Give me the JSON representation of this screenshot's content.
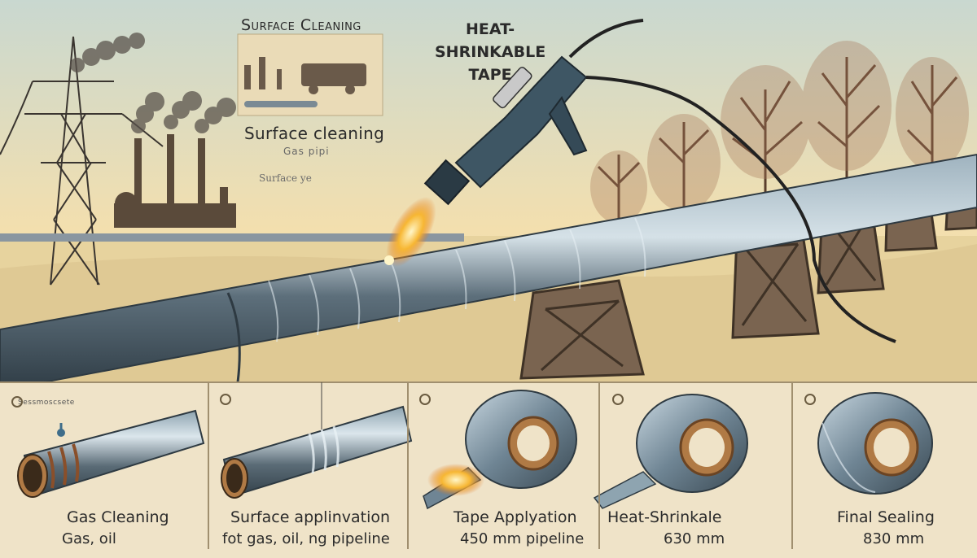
{
  "scene": {
    "label_surface_cleaning_top": "Surface Cleaning",
    "label_surface_cleaning_mid": "Surface cleaning",
    "label_gas_pipe": "Gas pipi",
    "label_surface_small": "Surface ye",
    "label_heat_1": "HEAT-",
    "label_heat_2": "SHRINKABLE",
    "label_heat_3": "TAPE",
    "label_small_top_left": "Sessmoscsete",
    "gun_brand_mark": "",
    "colors": {
      "sky_top": "#c9d8d0",
      "sky_bottom": "#f3dfae",
      "pipe_dark": "#3b4a55",
      "pipe_light": "#9fb3bf",
      "tape_core": "#b07a45",
      "flame": "#f7b733",
      "panel_bg": "#efe3c8",
      "support": "#6f5a45"
    }
  },
  "panels": [
    {
      "title": "Gas Cleaning",
      "subtitle": "Gas, oil",
      "icon": "cleaning-icon"
    },
    {
      "title": "Surface applinvation",
      "subtitle": "fot gas, oil, ng pipeline",
      "icon": "tape-wrap-icon"
    },
    {
      "title": "Tape Applyation",
      "subtitle": "450 mm pipeline",
      "icon": "heated-tape-roll-icon"
    },
    {
      "title": "Heat-Shrinkale",
      "subtitle": "630 mm",
      "icon": "tape-roll-icon"
    },
    {
      "title": "Final Sealing",
      "subtitle": "830 mm",
      "icon": "sealed-tape-roll-icon"
    }
  ]
}
